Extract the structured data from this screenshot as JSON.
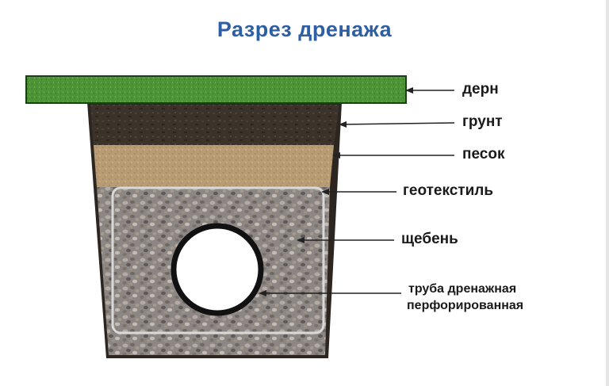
{
  "title": "Разрез дренажа",
  "labels": {
    "dern": "дерн",
    "grunt": "грунт",
    "pesok": "песок",
    "geotextile": "геотекстиль",
    "gravel": "щебень",
    "pipe_line1": "труба дренажная",
    "pipe_line2": "перфорированная"
  },
  "colors": {
    "title": "#2f5fa3",
    "turf": "#4f9a3a",
    "soil": "#3a3028",
    "sand": "#b79a72",
    "gravel": "#8f8a86",
    "pipe_outline": "#111111"
  }
}
